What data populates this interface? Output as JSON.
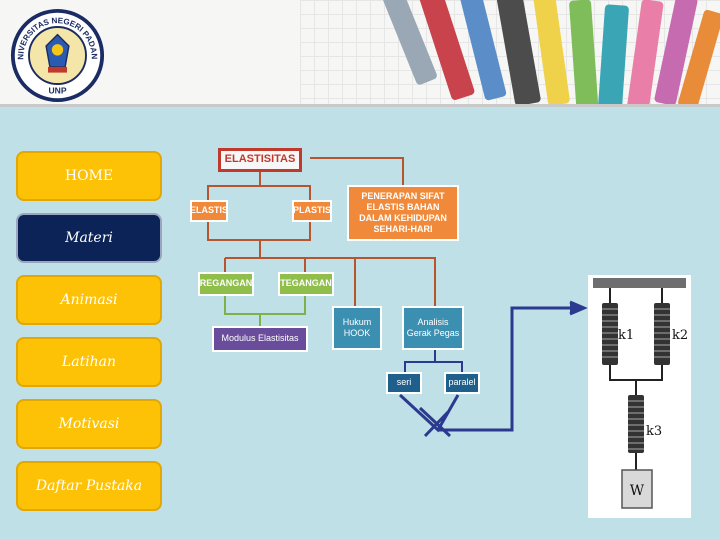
{
  "header": {
    "logo_text": "UNIVERSITAS NEGERI PADANG",
    "logo_sub": "UNP"
  },
  "nav": {
    "items": [
      {
        "label": "HOME"
      },
      {
        "label": "Materi"
      },
      {
        "label": "Animasi"
      },
      {
        "label": "Latihan"
      },
      {
        "label": "Motivasi"
      },
      {
        "label": "Daftar Pustaka"
      }
    ]
  },
  "concept_map": {
    "title": "ELASTISITAS",
    "elastis": "ELASTIS",
    "plastis": "PLASTIS",
    "penerapan": "PENERAPAN SIFAT ELASTIS BAHAN DALAM KEHIDUPAN SEHARI-HARI",
    "regangan": "REGANGAN",
    "tegangan": "TEGANGAN",
    "modulus": "Modulus Elastisitas",
    "hukum": "Hukum HOOK",
    "analisis": "Analisis Gerak Pegas",
    "seri": "seri",
    "paralel": "paralel"
  },
  "diagram": {
    "k1": "k1",
    "k2": "k2",
    "k3": "k3",
    "weight": "W"
  },
  "colors": {
    "nav_bg": "#fdc106",
    "nav_active": "#0b2356",
    "slide_bg": "#bfe0e6",
    "arrow": "#2b3a8f"
  }
}
